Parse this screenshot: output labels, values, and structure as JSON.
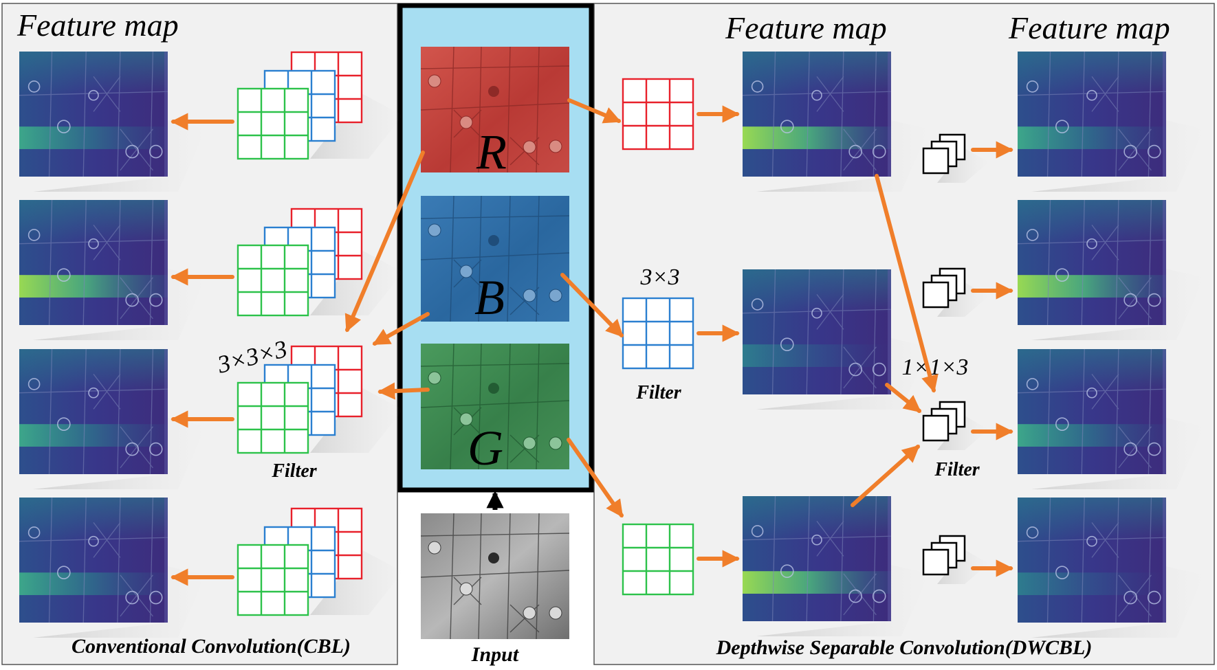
{
  "panels": {
    "cbl": {
      "heading": "Feature map",
      "filter_size": "3×3×3",
      "filter_caption": "Filter",
      "caption": "Conventional Convolution(CBL)"
    },
    "input": {
      "channels": [
        "R",
        "B",
        "G"
      ],
      "caption": "Input"
    },
    "dwcbl": {
      "heading_1": "Feature map",
      "heading_2": "Feature map",
      "depthwise_size": "3×3",
      "depthwise_caption": "Filter",
      "pointwise_size": "1×1×3",
      "pointwise_caption": "Filter",
      "caption": "Depthwise Separable Convolution(DWCBL)"
    }
  },
  "colors": {
    "red_filter": "#e8202a",
    "blue_filter": "#2a7fd0",
    "green_filter": "#2cc24a",
    "arrow": "#f07e2a",
    "channel_panel_bg": "#a7def2",
    "panel_bg": "#f1f1f1",
    "red_channel": "#c9463f",
    "blue_channel": "#2f6ea8",
    "green_channel": "#3f8a52",
    "feature_map_dark": "#3b2d7c",
    "feature_map_mid": "#2a8a8c",
    "feature_map_bright": "#7fd44a"
  },
  "icons": {
    "filter_grid": "3x3-grid-icon",
    "pointwise_filter": "stacked-squares-icon",
    "arrow": "arrow-right-icon"
  }
}
